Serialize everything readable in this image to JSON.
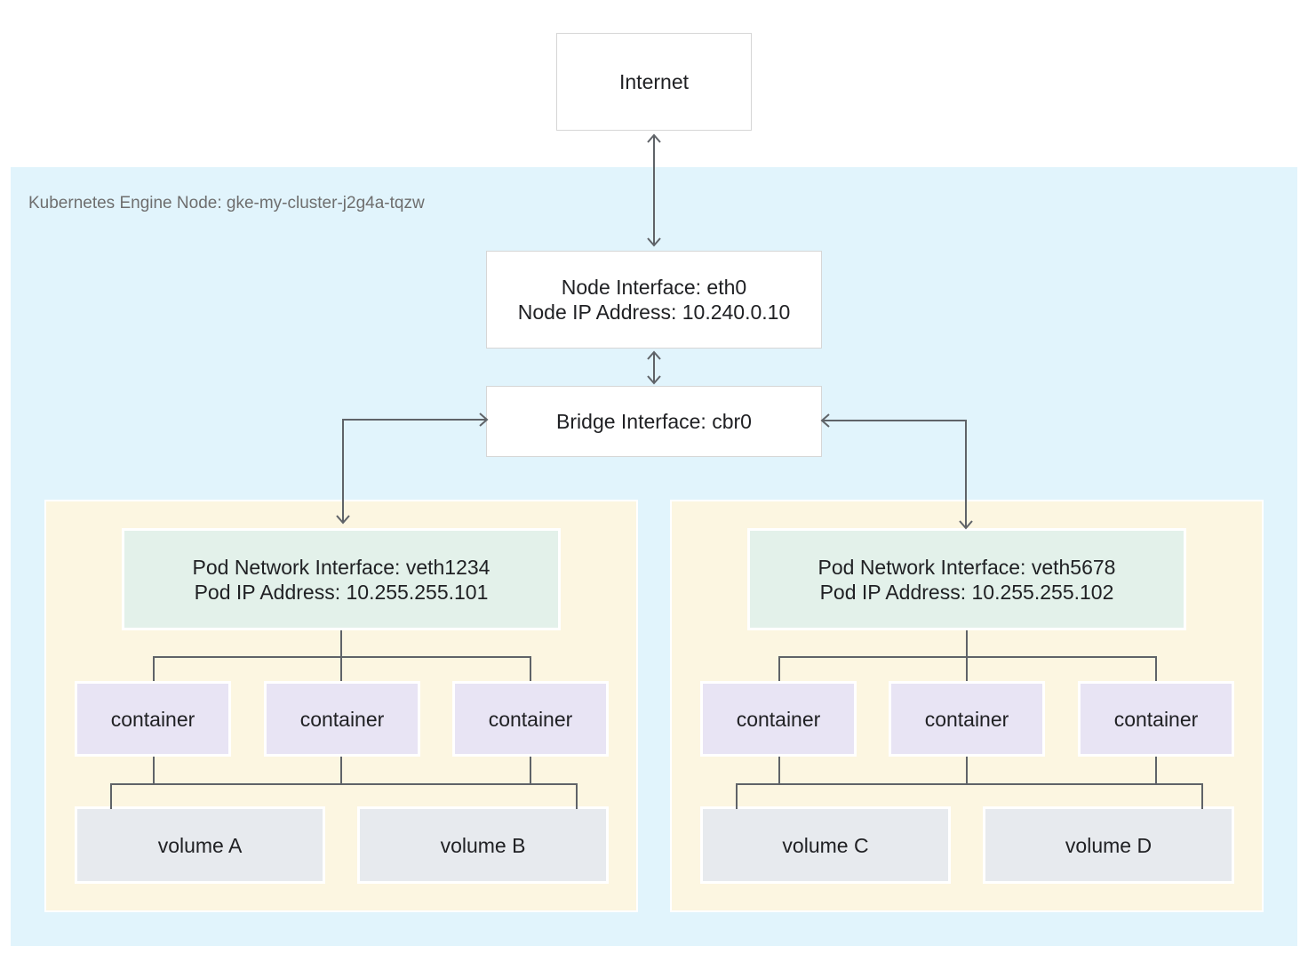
{
  "internet": {
    "label": "Internet"
  },
  "node": {
    "label": "Kubernetes Engine Node: gke-my-cluster-j2g4a-tqzw"
  },
  "node_interface": {
    "line1": "Node Interface: eth0",
    "line2": "Node IP Address: 10.240.0.10"
  },
  "bridge": {
    "label": "Bridge Interface: cbr0"
  },
  "pods": [
    {
      "interface_line1": "Pod Network Interface: veth1234",
      "interface_line2": "Pod IP Address: 10.255.255.101",
      "containers": [
        "container",
        "container",
        "container"
      ],
      "volumes": [
        "volume A",
        "volume B"
      ]
    },
    {
      "interface_line1": "Pod Network Interface: veth5678",
      "interface_line2": "Pod IP Address: 10.255.255.102",
      "containers": [
        "container",
        "container",
        "container"
      ],
      "volumes": [
        "volume C",
        "volume D"
      ]
    }
  ],
  "colors": {
    "node_background": "#e1f4fc",
    "pod_background": "#fcf6e1",
    "pod_interface": "#e3f1ea",
    "container": "#e8e4f4",
    "volume": "#e7eaee",
    "connector": "#5f6368"
  }
}
